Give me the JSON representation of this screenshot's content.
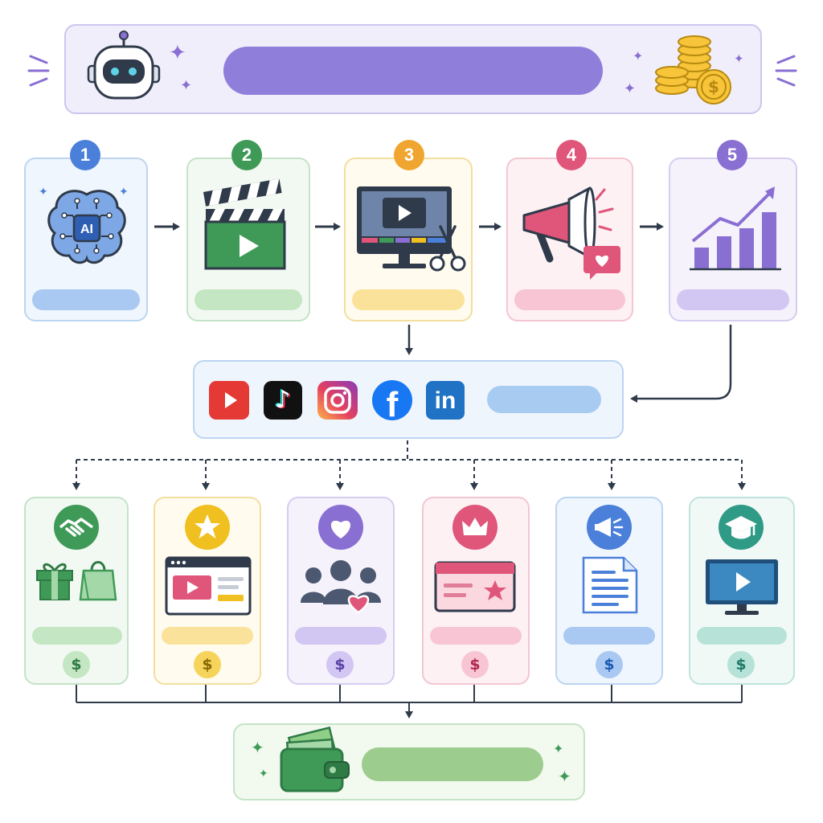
{
  "header": {
    "robot_icon": "robot-icon",
    "coins_icon": "coin-stack-icon",
    "bar_color": "#8f7fda"
  },
  "steps": [
    {
      "number": "1",
      "icon": "ai-brain-icon",
      "accent": "#4a80d9",
      "fill": "#f0f6fd",
      "border": "#bcd5f1",
      "pill": "#a9c9f2"
    },
    {
      "number": "2",
      "icon": "clapperboard-icon",
      "accent": "#3f9a57",
      "fill": "#f2f9f2",
      "border": "#c4e3c7",
      "pill": "#c4e6c3"
    },
    {
      "number": "3",
      "icon": "video-editing-icon",
      "accent": "#f0a530",
      "fill": "#fffbee",
      "border": "#f3de9f",
      "pill": "#fbe29a"
    },
    {
      "number": "4",
      "icon": "megaphone-icon",
      "accent": "#e0567a",
      "fill": "#fdf1f4",
      "border": "#f3c6d2",
      "pill": "#f8c5d4"
    },
    {
      "number": "5",
      "icon": "growth-chart-icon",
      "accent": "#8a6fd3",
      "fill": "#f5f2fc",
      "border": "#d6cdf1",
      "pill": "#d2c6f3"
    }
  ],
  "platforms": {
    "icons": [
      "youtube-icon",
      "tiktok-icon",
      "instagram-icon",
      "facebook-icon",
      "linkedin-icon"
    ],
    "tiktok_glyph": "♪",
    "facebook_glyph": "f",
    "linkedin_glyph": "in",
    "pill_color": "#a8cbf2"
  },
  "revenue_streams": [
    {
      "icon": "handshake-icon",
      "accent": "#3f9a57",
      "fill": "#f2f9f2",
      "border": "#c4e3c7",
      "pill": "#c4e6c3",
      "dollar": "$"
    },
    {
      "icon": "star-icon",
      "accent": "#f0c020",
      "fill": "#fffbee",
      "border": "#f3de9f",
      "pill": "#fbe29a",
      "dollar": "$"
    },
    {
      "icon": "heart-icon",
      "accent": "#8a6fd3",
      "fill": "#f5f2fc",
      "border": "#d6cdf1",
      "pill": "#d2c6f3",
      "dollar": "$"
    },
    {
      "icon": "crown-icon",
      "accent": "#e0567a",
      "fill": "#fdf1f4",
      "border": "#f3c6d2",
      "pill": "#f8c5d4",
      "dollar": "$"
    },
    {
      "icon": "megaphone-icon",
      "accent": "#4a80d9",
      "fill": "#f0f6fd",
      "border": "#bcd5f1",
      "pill": "#a9c9f2",
      "dollar": "$"
    },
    {
      "icon": "graduation-cap-icon",
      "accent": "#2f9a86",
      "fill": "#f1f9f7",
      "border": "#bfe3dc",
      "pill": "#b6e2d8",
      "dollar": "$"
    }
  ],
  "wallet": {
    "icon": "wallet-icon",
    "pill_color": "#9ccc8e"
  },
  "sparkle_glyph": "✦"
}
